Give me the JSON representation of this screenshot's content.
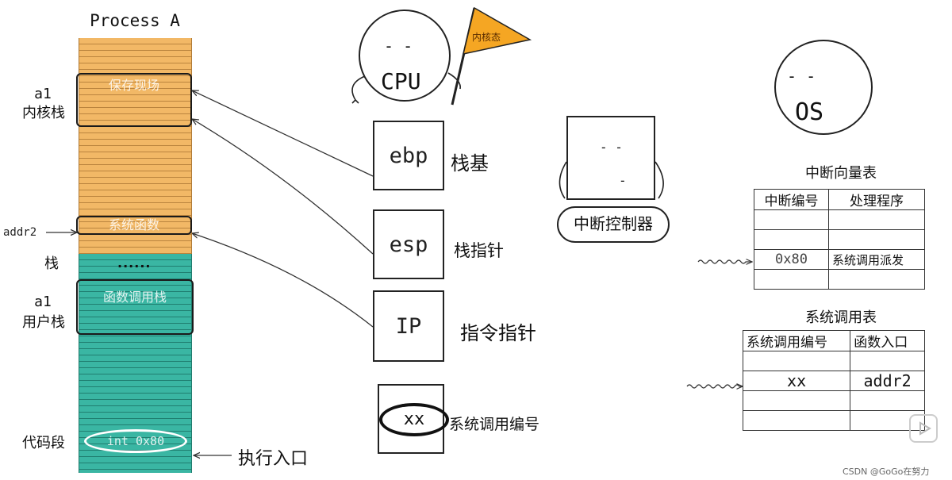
{
  "process": {
    "title": "Process A",
    "save_context": "保存现场",
    "sys_function": "系统函数",
    "ellipsis": "......",
    "func_call_stack": "函数调用栈",
    "int_instruction": "int 0x80"
  },
  "left_labels": {
    "kernel_stack_line1": "a1",
    "kernel_stack_line2": "内核栈",
    "addr2": "addr2",
    "stack": "栈",
    "user_stack_line1": "a1",
    "user_stack_line2": "用户栈",
    "code_segment": "代码段"
  },
  "entry_label": "执行入口",
  "cpu": {
    "eyes": "-  -",
    "label": "CPU",
    "flag": "内核态"
  },
  "registers": [
    {
      "name": "ebp",
      "label": "栈基"
    },
    {
      "name": "esp",
      "label": "栈指针"
    },
    {
      "name": "IP",
      "label": "指令指针"
    },
    {
      "name": "xx",
      "label": "系统调用编号"
    }
  ],
  "interrupt_controller": {
    "eyes": "-  -",
    "mouth": "-",
    "label": "中断控制器"
  },
  "os": {
    "eyes": "-   -",
    "label": "OS"
  },
  "interrupt_vector_table": {
    "title": "中断向量表",
    "headers": [
      "中断编号",
      "处理程序"
    ],
    "rows": [
      [
        "",
        ""
      ],
      [
        "",
        ""
      ],
      [
        "0x80",
        "系统调用派发"
      ],
      [
        "",
        ""
      ]
    ]
  },
  "syscall_table": {
    "title": "系统调用表",
    "headers": [
      "系统调用编号",
      "函数入口"
    ],
    "rows": [
      [
        "",
        ""
      ],
      [
        "xx",
        "addr2"
      ],
      [
        "",
        ""
      ],
      [
        "",
        ""
      ]
    ]
  },
  "watermark": "CSDN @GoGo在努力",
  "colors": {
    "kernel_stack": "#f2b866",
    "user_stack": "#3ab6a3",
    "flag": "#f5a623",
    "outline": "#1a1a1a"
  }
}
